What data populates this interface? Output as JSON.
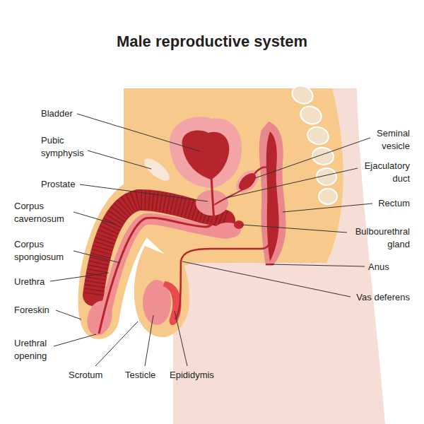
{
  "diagram": {
    "title": "Male reproductive system",
    "labels": [
      "Bladder",
      "Pubic symphysis",
      "Prostate",
      "Corpus cavernosum",
      "Corpus spongiosum",
      "Urethra",
      "Foreskin",
      "Urethral opening",
      "Scrotum",
      "Testicle",
      "Epididymis",
      "Seminal vesicle",
      "Ejaculatory duct",
      "Rectum",
      "Bulbourethral gland",
      "Anus",
      "Vas deferens"
    ]
  }
}
